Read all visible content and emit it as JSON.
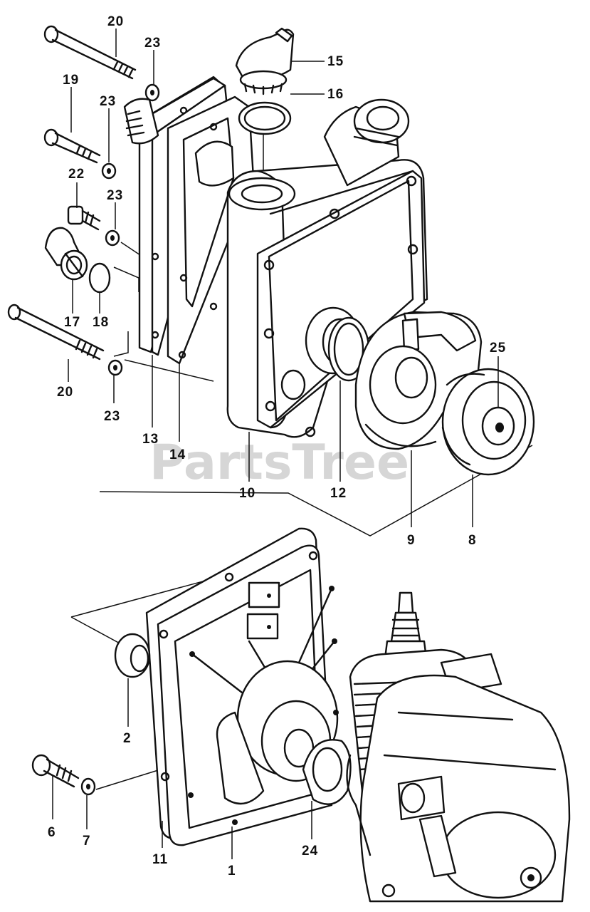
{
  "watermark": "PartsTree",
  "callouts": {
    "c20a": "20",
    "c23a": "23",
    "c15": "15",
    "c16": "16",
    "c19": "19",
    "c23b": "23",
    "c22": "22",
    "c23c": "23",
    "c17": "17",
    "c18": "18",
    "c20b": "20",
    "c23d": "23",
    "c13": "13",
    "c14": "14",
    "c10": "10",
    "c12": "12",
    "c25": "25",
    "c9": "9",
    "c8": "8",
    "c2": "2",
    "c6": "6",
    "c7": "7",
    "c11": "11",
    "c1": "1",
    "c24": "24"
  }
}
